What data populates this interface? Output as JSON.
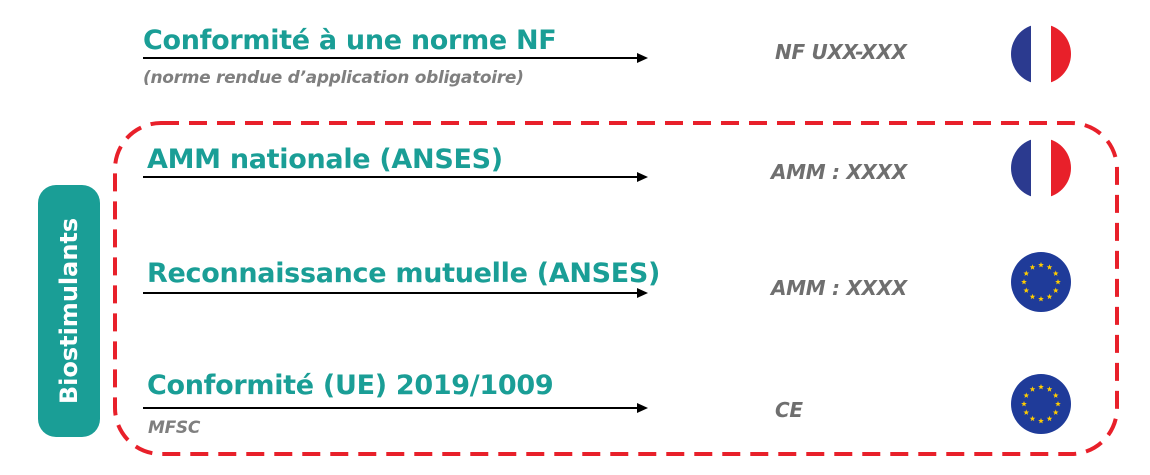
{
  "colors": {
    "accent": "#1a9e96",
    "dash_border": "#e8202a",
    "fr_blue": "#2b3a8f",
    "fr_red": "#e8202a",
    "eu_blue": "#1f3b99",
    "eu_star": "#ffcc00"
  },
  "side_label": "Biostimulants",
  "rows": [
    {
      "title": "Conformité à une norme NF",
      "subtitle": "(norme rendue d’application obligatoire)",
      "code": "NF UXX-XXX",
      "flag": "france-flag-icon"
    },
    {
      "title": "AMM nationale (ANSES)",
      "subtitle": "",
      "code": "AMM : XXXX",
      "flag": "france-flag-icon"
    },
    {
      "title": "Reconnaissance mutuelle (ANSES)",
      "subtitle": "",
      "code": "AMM : XXXX",
      "flag": "eu-flag-icon"
    },
    {
      "title": "Conformité (UE) 2019/1009",
      "subtitle": "MFSC",
      "code": "CE",
      "flag": "eu-flag-icon"
    }
  ]
}
